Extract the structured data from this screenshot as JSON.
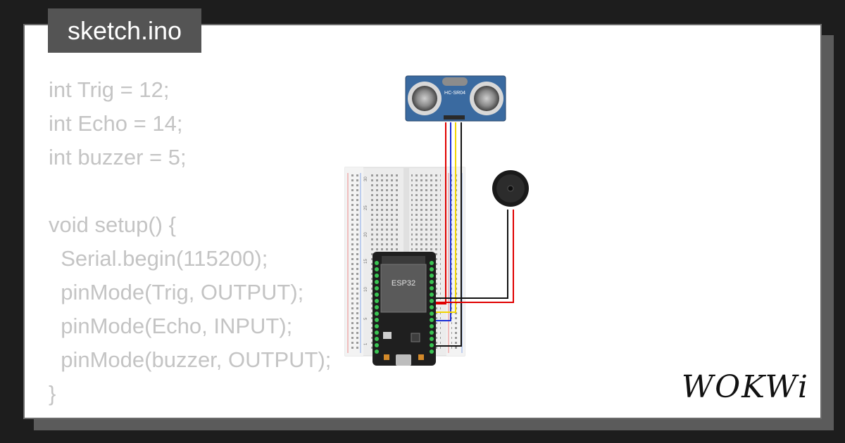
{
  "title": "sketch.ino",
  "code_lines": [
    "int Trig = 12;",
    "int Echo = 14;",
    "int buzzer = 5;",
    "",
    "void setup() {",
    "  Serial.begin(115200);",
    "  pinMode(Trig, OUTPUT);",
    "  pinMode(Echo, INPUT);",
    "  pinMode(buzzer, OUTPUT);",
    "}"
  ],
  "diagram": {
    "sensor_label": "HC-SR04",
    "mcu_label": "ESP32",
    "breadboard_numbers": [
      "30",
      "25",
      "20",
      "15",
      "10",
      "5",
      "1"
    ]
  },
  "logo": "WOKWi",
  "colors": {
    "background": "#1d1d1d",
    "card": "#ffffff",
    "title_tab": "#545454",
    "code_text": "#c4c4c4",
    "sensor_body": "#3a6aa0",
    "esp32_board": "#1f1f1f",
    "wire_red": "#e00000",
    "wire_blue": "#1a2fd6",
    "wire_yellow": "#f2d400",
    "wire_black": "#111111"
  }
}
